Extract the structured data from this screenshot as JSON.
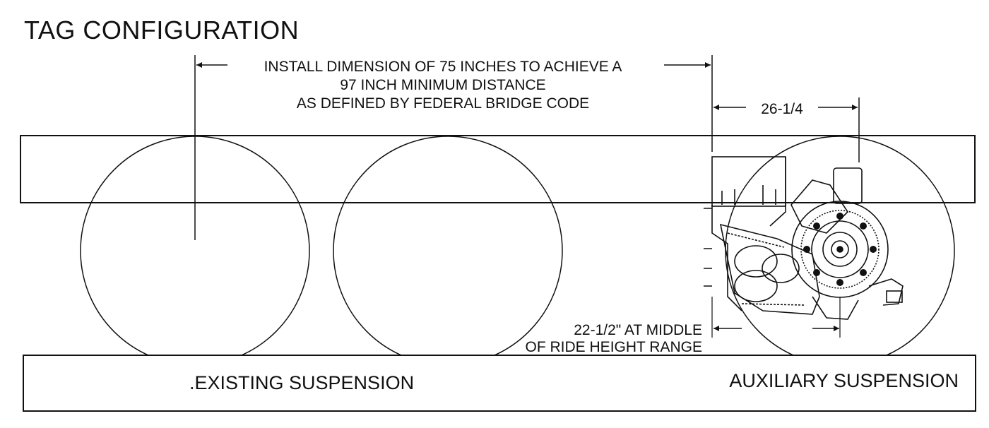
{
  "title": "TAG CONFIGURATION",
  "install_dimension": {
    "line1": "INSTALL DIMENSION OF 75 INCHES TO ACHIEVE A",
    "line2": "97 INCH MINIMUM DISTANCE",
    "line3": "AS DEFINED BY FEDERAL BRIDGE CODE"
  },
  "offset_dimension": "26-1/4",
  "ride_height": {
    "line1": "22-1/2\" AT MIDDLE",
    "line2": "OF RIDE HEIGHT RANGE"
  },
  "labels": {
    "existing": ".EXISTING SUSPENSION",
    "auxiliary": "AUXILIARY SUSPENSION"
  }
}
